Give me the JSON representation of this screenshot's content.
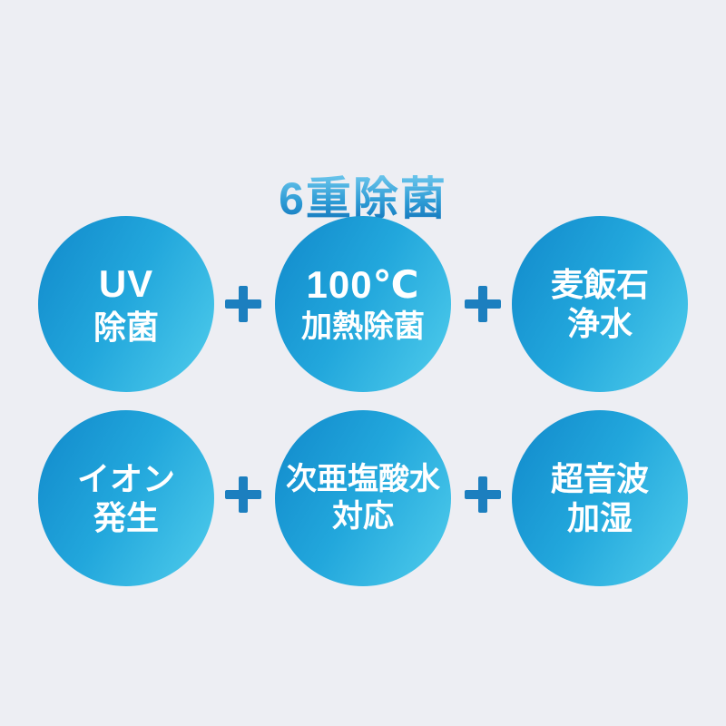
{
  "title": {
    "text": "6重除菌"
  },
  "circles": [
    {
      "id": "uv",
      "line1": "UV",
      "line2": "除菌"
    },
    {
      "id": "heat",
      "line1": "100℃",
      "line2": "加熱除菌"
    },
    {
      "id": "maifan",
      "line1": "麦飯石",
      "line2": "浄水"
    },
    {
      "id": "ion",
      "line1": "イオン",
      "line2": "発生"
    },
    {
      "id": "hypochlorous",
      "line1": "次亜塩酸水",
      "line2": "対応"
    },
    {
      "id": "ultrasonic",
      "line1": "超音波",
      "line2": "加湿"
    }
  ],
  "icons": {
    "plus-icon": "+"
  },
  "colors": {
    "bg": "#edeef3",
    "circle_grad_1": "#1189cb",
    "circle_grad_2": "#22a7dc",
    "circle_grad_3": "#50cdec",
    "title_grad_top": "#6cc6ec",
    "title_grad_mid": "#2d9bd5",
    "title_grad_bottom": "#1173ba",
    "plus_color": "#1c7fbf",
    "circle_text": "#ffffff"
  }
}
